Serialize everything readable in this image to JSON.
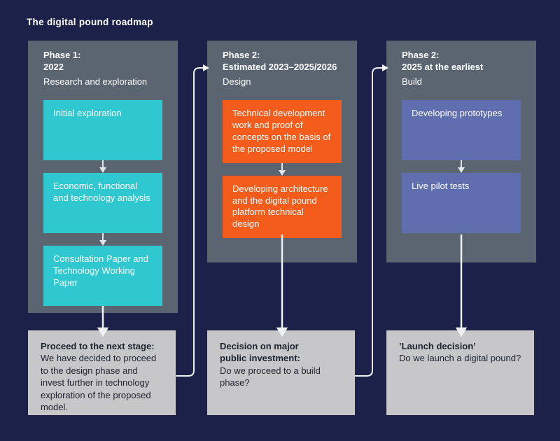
{
  "title": "The digital pound roadmap",
  "colors": {
    "background": "#1b2149",
    "panel_gray": "#5b6571",
    "stage_teal": "#2fc8d0",
    "stage_orange": "#f45c1c",
    "stage_purple": "#5f6eae",
    "decision_gray": "#c7c7c9",
    "connector_white": "#eef0f2",
    "text_light": "#ffffff",
    "text_dark": "#1e2230"
  },
  "icons": {
    "flow_arrow": "arrow-down-icon",
    "connector": "elbow-arrow-right-icon"
  },
  "columns": [
    {
      "phase_line1": "Phase 1:",
      "phase_line2": "2022",
      "subtitle": "Research and exploration",
      "boxes": [
        "Initial exploration",
        "Economic, functional and technology analysis",
        "Consultation Paper and Technology Working Paper"
      ],
      "decision": {
        "title": "Proceed to the next stage:",
        "body": "We have decided to proceed to the design phase and invest further in technology exploration of the proposed model."
      }
    },
    {
      "phase_line1": "Phase 2:",
      "phase_line2": "Estimated 2023–2025/2026",
      "subtitle": "Design",
      "boxes": [
        "Technical development work and proof of concepts on the basis of the proposed model",
        "Developing architecture and the digital pound platform technical design"
      ],
      "decision": {
        "title": "Decision on major public investment:",
        "body": "Do we proceed to a build phase?"
      }
    },
    {
      "phase_line1": "Phase 2:",
      "phase_line2": "2025 at the earliest",
      "subtitle": "Build",
      "boxes": [
        "Developing prototypes",
        "Live pilot tests"
      ],
      "decision": {
        "title": "’Launch decision’",
        "body": "Do we launch a digital pound?"
      }
    }
  ]
}
